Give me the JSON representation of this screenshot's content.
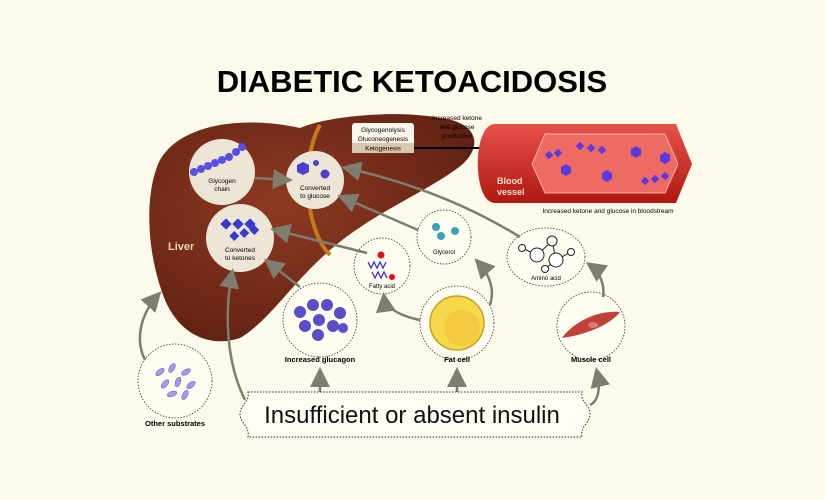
{
  "title": "DIABETIC KETOACIDOSIS",
  "liver": {
    "label": "Liver",
    "processes": [
      "Glycogenolysis",
      "Gluconeogenesis",
      "Ketogenesis"
    ],
    "glycogen": [
      "Glycogen",
      "chain"
    ],
    "glucose": [
      "Converted",
      "to glucose"
    ],
    "ketones": [
      "Converted",
      "to ketones"
    ]
  },
  "production_label": [
    "Increased ketone",
    "and glucose",
    "production"
  ],
  "blood_vessel": {
    "label": [
      "Blood",
      "vessel"
    ],
    "caption": "Increased ketone and glucose in bloodstream"
  },
  "substrates": {
    "fatty_acid": "Fatty acid",
    "glycerol": "Glycerol",
    "amino_acid": "Amino acid"
  },
  "sources": {
    "glucagon": "Increased glucagon",
    "fat_cell": "Fat cell",
    "muscle_cell": "Muscle cell",
    "other": "Other substrates"
  },
  "insulin_box": "Insufficient or absent insulin",
  "colors": {
    "background": "#fcfaea",
    "liver": "#7b2b1b",
    "vessel": "#d8322e",
    "molecule": "#4b3fd0",
    "arrow": "#7f7d6e"
  }
}
